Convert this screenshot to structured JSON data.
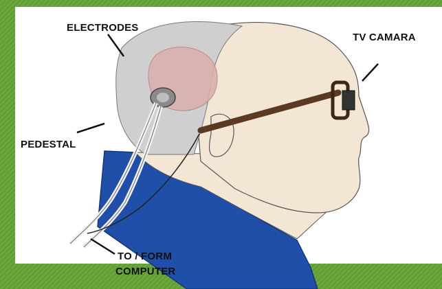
{
  "diagram": {
    "labels": {
      "electrodes": "ELECTRODES",
      "tv_camera": "TV CAMARA",
      "pedestal": "PEDESTAL",
      "computer_line1": "TO / FORM",
      "computer_line2": "COMPUTER"
    },
    "colors": {
      "background_green": "#6aa83c",
      "skin": "#f4e6d4",
      "hair": "#cfcfcf",
      "brain": "#d9b0ad",
      "collar_blue": "#1f4fa8",
      "glasses": "#5a3a22",
      "outline": "#333333"
    }
  }
}
